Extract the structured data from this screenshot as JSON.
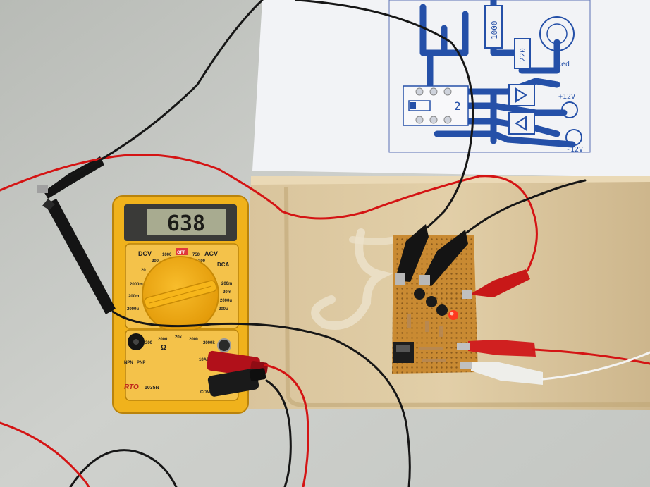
{
  "multimeter": {
    "display_reading": "638",
    "brand": "RTO",
    "model": "1035N",
    "dial_labels": {
      "dcv": "DCV",
      "acv": "ACV",
      "dca": "DCA",
      "off": "OFF",
      "v1000": "1000",
      "v750": "750",
      "r200a": "200",
      "r200b": "200",
      "r20": "20",
      "r2000m": "2000m",
      "r200m": "200m",
      "r2000u": "2000u",
      "a200m": "200m",
      "a20m": "20m",
      "a2000u": "2000u",
      "a200u": "200u",
      "ohm200": "200",
      "ohm2000": "2000",
      "ohm20k": "20k",
      "ohm200k": "200k",
      "ohm2000k": "2000k",
      "ohm_symbol": "Ω",
      "npn": "NPN",
      "pnp": "PNP",
      "port_10adc": "10ADC",
      "port_com": "COM"
    }
  },
  "schematic": {
    "resistor_1": "1000",
    "resistor_2": "220",
    "led_label": "Red",
    "connector_number": "2",
    "supply_pos": "+12V",
    "supply_neg": "-12V"
  },
  "colors": {
    "wall": "#c9ccc8",
    "paper": "#f4f5f7",
    "board": "#d8c49a",
    "meter_body": "#f0b21c",
    "meter_dial": "#f3a90e",
    "lcd": "#a8ab90",
    "trace_blue": "#2550a8",
    "wire_red": "#d41414",
    "wire_black": "#161616",
    "perfboard": "#c98a32",
    "led_red": "#ff3a20"
  }
}
